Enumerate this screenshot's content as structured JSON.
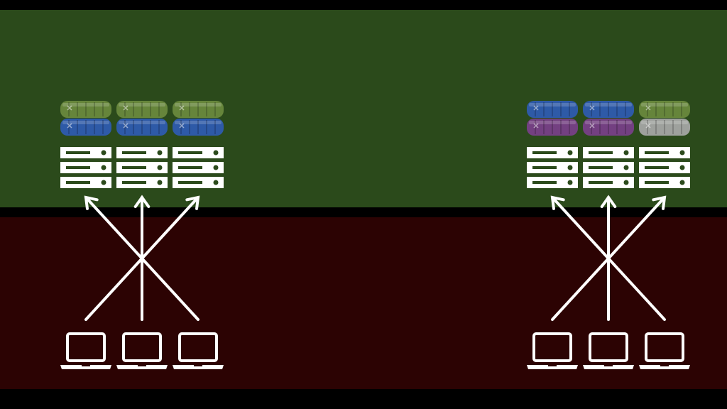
{
  "colors": {
    "background": "#000000",
    "server_zone": "#2b4a1b",
    "client_zone": "#2c0303",
    "line": "#ffffff"
  },
  "groups": [
    {
      "name": "left-cluster",
      "clients": 3,
      "servers": 3,
      "containers": [
        [
          "green",
          "blue"
        ],
        [
          "green",
          "blue"
        ],
        [
          "green",
          "blue"
        ]
      ]
    },
    {
      "name": "right-cluster",
      "clients": 3,
      "servers": 3,
      "containers": [
        [
          "blue",
          "purple"
        ],
        [
          "blue",
          "purple"
        ],
        [
          "green",
          "gray"
        ]
      ]
    }
  ],
  "container_colors": {
    "green": "#6b8a3e",
    "blue": "#2f5bb3",
    "purple": "#7a3f8a",
    "gray": "#a8a8a8"
  },
  "icons": {
    "client": "laptop-icon",
    "server": "server-rack-icon",
    "container": "container-capsule-icon",
    "connection": "arrow-up-icon"
  }
}
